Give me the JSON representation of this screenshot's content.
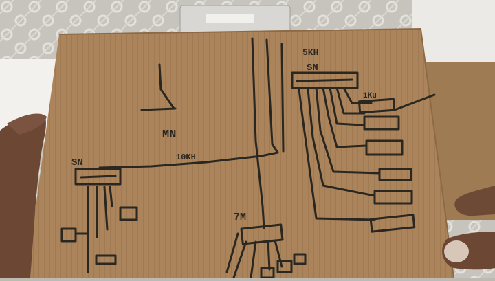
{
  "photo": {
    "labels": {
      "power_top": "5KH",
      "node_top": "SN",
      "main": "MN",
      "node_left": "SN",
      "link_mid": "10KH",
      "node_bottom": "7M",
      "branch_right": "1Ku"
    }
  },
  "colors": {
    "cardboard": "#a9825a",
    "cardboard_dark": "#8d6a45",
    "ink": "#2a2620",
    "tablecloth": "#c9c6bf",
    "skin": "#6b4734"
  }
}
